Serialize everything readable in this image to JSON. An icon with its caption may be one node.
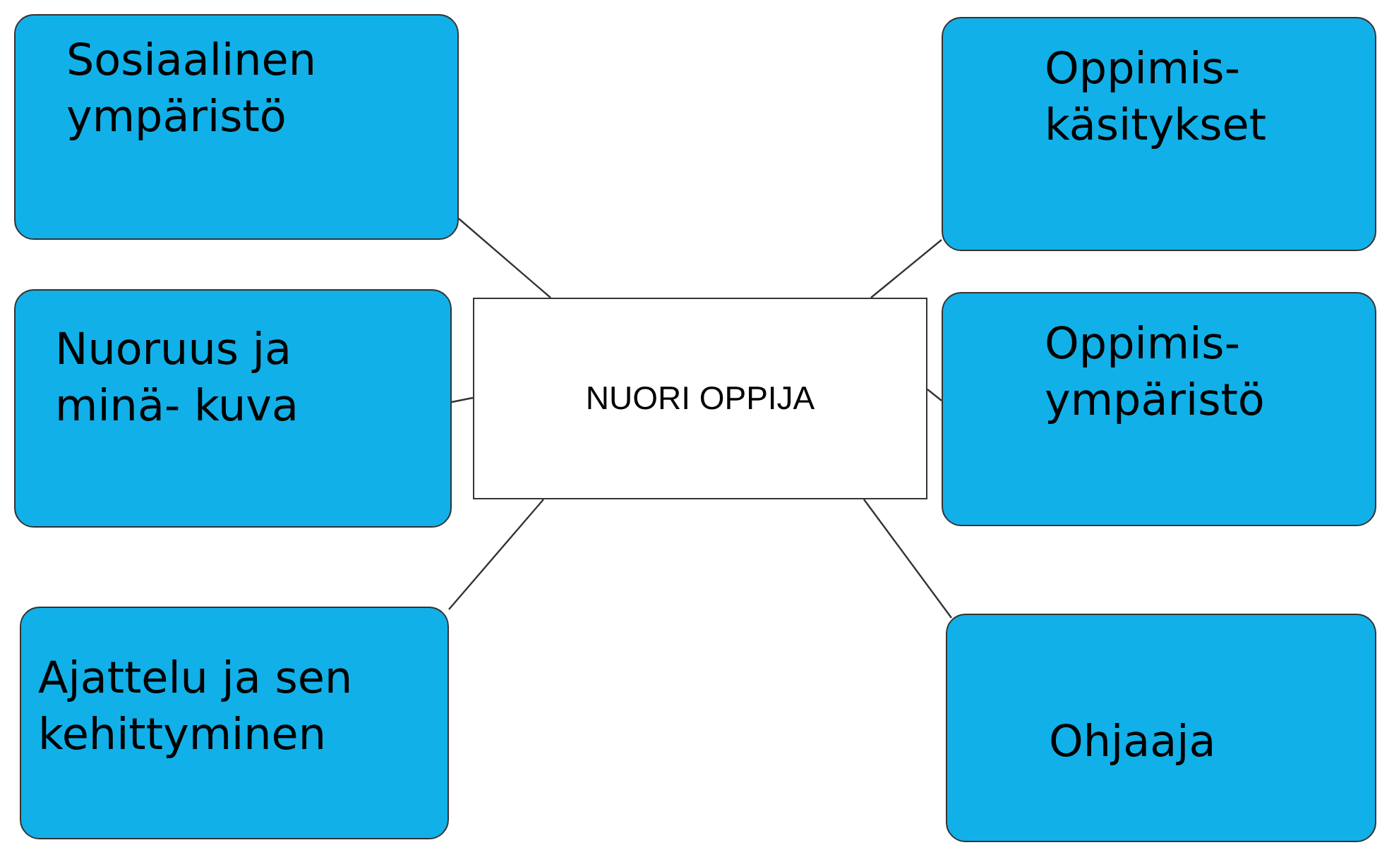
{
  "diagram": {
    "nodes": [
      {
        "text": [
          "NUORI OPPIJA"
        ]
      },
      {
        "text": [
          "Sosiaalinen ympäristö"
        ]
      },
      {
        "text": [
          "Nuoruus ja minä- kuva"
        ]
      },
      {
        "text": [
          "Ajattelu ja sen kehittyminen"
        ]
      },
      {
        "text": [
          "Oppimis- käsitykset"
        ]
      },
      {
        "text": [
          "Oppimis- ympäristö"
        ]
      },
      {
        "text": [
          "Ohjaaja"
        ]
      }
    ],
    "edges": [
      {
        "from": 0,
        "to": 1,
        "arrow": "none"
      },
      {
        "from": 0,
        "to": 2,
        "arrow": "none"
      },
      {
        "from": 0,
        "to": 3,
        "arrow": "none"
      },
      {
        "from": 0,
        "to": 4,
        "arrow": "none"
      },
      {
        "from": 0,
        "to": 5,
        "arrow": "none"
      },
      {
        "from": 0,
        "to": 6,
        "arrow": "none"
      }
    ]
  }
}
